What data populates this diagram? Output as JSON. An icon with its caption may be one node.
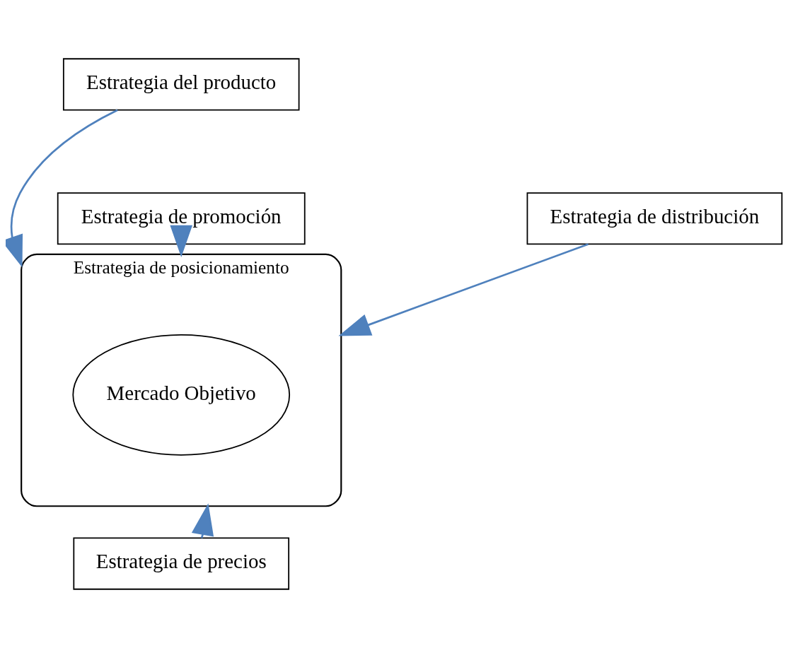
{
  "diagram": {
    "nodes": [
      {
        "text": [
          "Estrategia del producto"
        ]
      },
      {
        "text": [
          "Estrategia de posicionamiento"
        ]
      },
      {
        "text": [
          "Mercado Objetivo"
        ],
        "in": 1
      },
      {
        "text": [
          "Estrategia de promoción"
        ]
      },
      {
        "text": [
          "Estrategia de distribución"
        ]
      },
      {
        "text": [
          "Estrategia de precios"
        ]
      }
    ],
    "edges": [
      {
        "from": 0,
        "to": 1,
        "arrow": "to"
      },
      {
        "from": 3,
        "to": 1,
        "arrow": "to"
      },
      {
        "from": 4,
        "to": 1,
        "arrow": "to"
      },
      {
        "from": 5,
        "to": 1,
        "arrow": "to"
      }
    ]
  }
}
